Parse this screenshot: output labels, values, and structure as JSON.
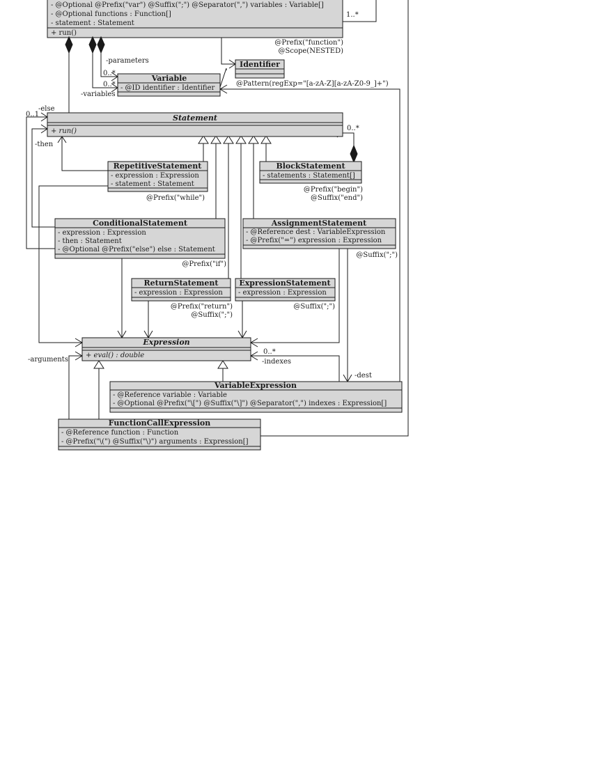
{
  "diagram": {
    "program": {
      "members": [
        "- @Optional @Prefix(\"var\") @Suffix(\";\") @Separator(\",\") variables : Variable[]",
        "- @Optional functions : Function[]",
        "- statement : Statement"
      ],
      "operations": [
        "+ run()"
      ]
    },
    "classes": {
      "identifier": {
        "name": "Identifier",
        "members": [],
        "operations": []
      },
      "variable": {
        "name": "Variable",
        "members": [
          "- @ID identifier : Identifier"
        ],
        "operations": []
      },
      "statement": {
        "name": "Statement",
        "members": [],
        "operations": [
          "+ run()"
        ]
      },
      "repetitive": {
        "name": "RepetitiveStatement",
        "members": [
          "- expression : Expression",
          "- statement : Statement"
        ],
        "operations": []
      },
      "block": {
        "name": "BlockStatement",
        "members": [
          "- statements : Statement[]"
        ],
        "operations": []
      },
      "conditional": {
        "name": "ConditionalStatement",
        "members": [
          "- expression : Expression",
          "- then : Statement",
          "- @Optional @Prefix(\"else\") else : Statement"
        ],
        "operations": []
      },
      "assignment": {
        "name": "AssignmentStatement",
        "members": [
          "- @Reference dest : VariableExpression",
          "- @Prefix(\"=\") expression : Expression"
        ],
        "operations": []
      },
      "return": {
        "name": "ReturnStatement",
        "members": [
          "- expression : Expression"
        ],
        "operations": []
      },
      "expression_statement": {
        "name": "ExpressionStatement",
        "members": [
          "- expression : Expression"
        ],
        "operations": []
      },
      "expression": {
        "name": "Expression",
        "members": [],
        "operations": [
          "+ eval() : double"
        ]
      },
      "variable_expression": {
        "name": "VariableExpression",
        "members": [
          "- @Reference variable : Variable",
          "- @Optional @Prefix(\"\\[\") @Suffix(\"\\]\") @Separator(\",\") indexes : Expression[]"
        ],
        "operations": []
      },
      "function_call": {
        "name": "FunctionCallExpression",
        "members": [
          "- @Reference function : Function",
          "- @Prefix(\"\\(\") @Suffix(\"\\)\") arguments : Expression[]"
        ],
        "operations": []
      }
    },
    "labels": {
      "mult_1n": "1..*",
      "prefix_function": "@Prefix(\"function\")",
      "scope_nested": "@Scope(NESTED)",
      "parameters": "-parameters",
      "mult_params": "0..*",
      "mult_vars": "0..*",
      "variables": "-variables",
      "pattern": "@Pattern(regExp=\"[a-zA-Z][a-zA-Z0-9_]+\")",
      "else": "-else",
      "mult_else": "0..1",
      "then": "-then",
      "mult_statements": "0..*",
      "prefix_while": "@Prefix(\"while\")",
      "prefix_begin": "@Prefix(\"begin\")",
      "suffix_end": "@Suffix(\"end\")",
      "prefix_if": "@Prefix(\"if\")",
      "suffix_semicolon_assign": "@Suffix(\";\")",
      "prefix_return": "@Prefix(\"return\")",
      "suffix_semicolon_return": "@Suffix(\";\")",
      "suffix_semicolon_expr": "@Suffix(\";\")",
      "mult_indexes": "0..*",
      "indexes": "-indexes",
      "arguments": "-arguments",
      "dest": "-dest"
    }
  }
}
